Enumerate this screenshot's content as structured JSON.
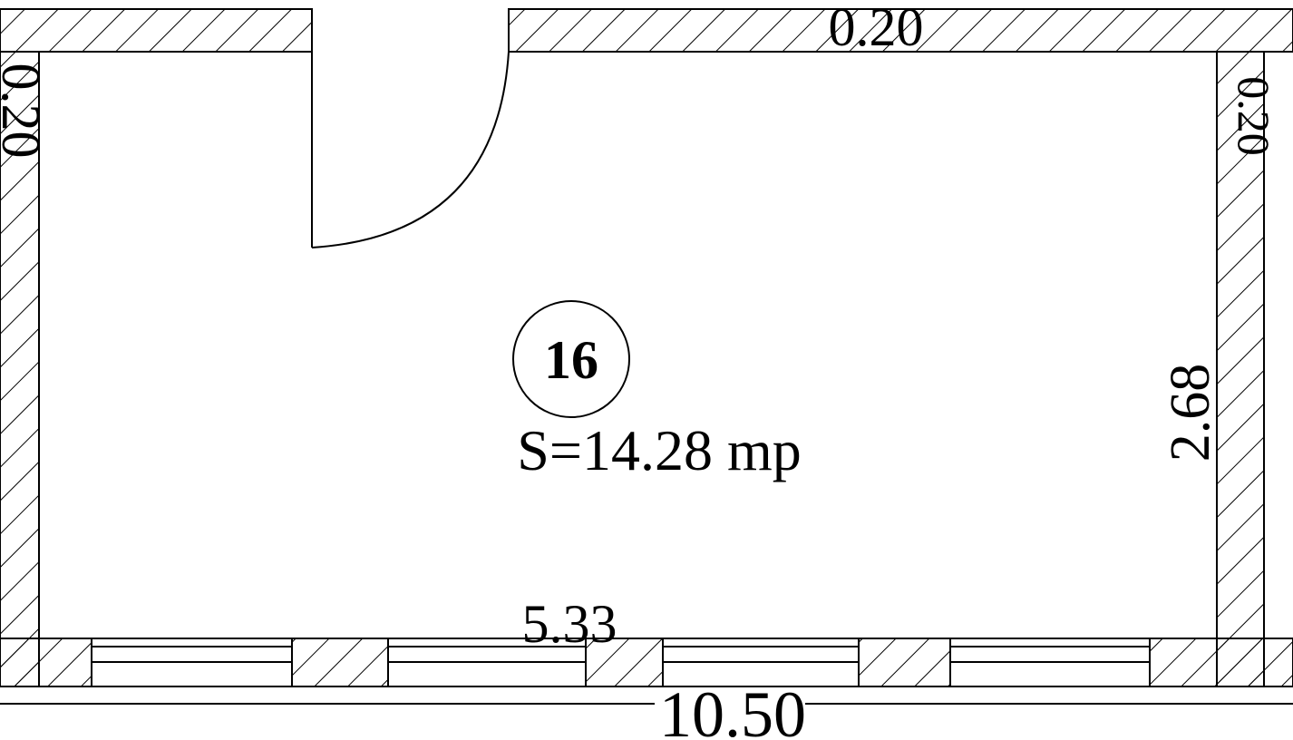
{
  "room": {
    "number": "16",
    "area_label": "S=14.28 mp"
  },
  "dimensions": {
    "wall_top": "0.20",
    "wall_left": "0.20",
    "wall_right": "0.20",
    "room_width": "5.33",
    "room_height": "2.68",
    "total_length": "10.50"
  },
  "colors": {
    "line": "#000000",
    "background": "#ffffff"
  }
}
